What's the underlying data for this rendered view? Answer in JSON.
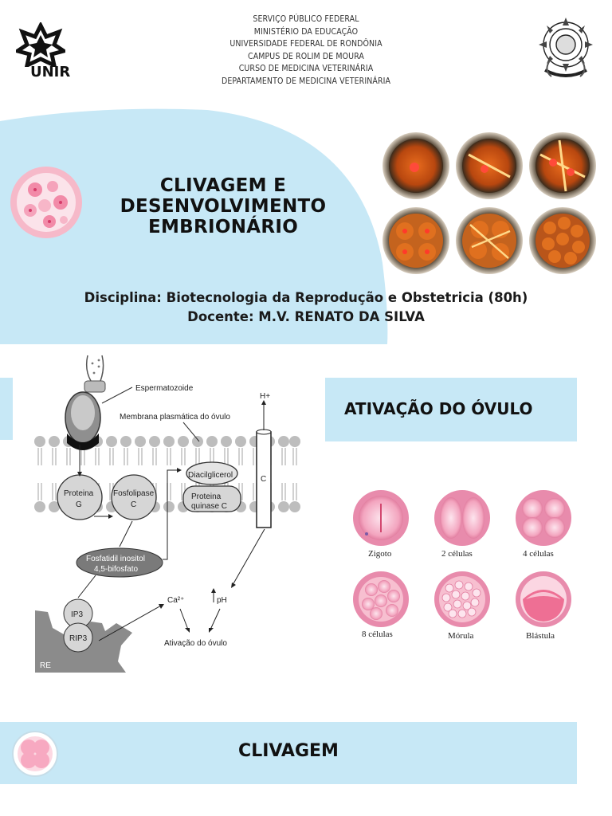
{
  "header": {
    "lines": [
      "SERVIÇO PÚBLICO FEDERAL",
      "MINISTÉRIO DA EDUCAÇÃO",
      "UNIVERSIDADE FEDERAL DE RONDÔNIA",
      "CAMPUS DE ROLIM DE MOURA",
      "CURSO DE MEDICINA VETERINÁRIA",
      "DEPARTAMENTO DE MEDICINA VETERINÁRIA"
    ],
    "logo_text": "UNIR"
  },
  "title": {
    "line1": "CLIVAGEM E",
    "line2": "DESENVOLVIMENTO",
    "line3": "EMBRIONÁRIO"
  },
  "course": {
    "discipline": "Disciplina: Biotecnologia da Reprodução e Obstetricia (80h)",
    "teacher": "Docente: M.V. RENATO DA SILVA"
  },
  "activation": {
    "title": "ATIVAÇÃO DO ÓVULO"
  },
  "diagram": {
    "espermatozoide": "Espermatozoide",
    "membrana": "Membrana plasmática do óvulo",
    "h_plus": "H+",
    "channel": "C",
    "proteina_g_1": "Proteina",
    "proteina_g_2": "G",
    "fosfolipase_1": "Fosfolipase",
    "fosfolipase_2": "C",
    "diacil": "Diacilglicerol",
    "quinase_1": "Proteina",
    "quinase_2": "quinase C",
    "fosfatidil_1": "Fosfatidil inositol",
    "fosfatidil_2": "4,5-bifosfato",
    "ip3": "IP3",
    "rip3": "RIP3",
    "re": "RE",
    "ca": "Ca²⁺",
    "ph": "pH",
    "ativacao": "Ativação do óvulo"
  },
  "stages": {
    "zigoto": "Zigoto",
    "c2": "2 células",
    "c4": "4 células",
    "c8": "8 células",
    "morula": "Mórula",
    "blastula": "Blástula"
  },
  "clivagem": {
    "title": "CLIVAGEM"
  },
  "colors": {
    "accent_blue": "#c7e8f6",
    "cell_pink": "#f2a7c0"
  }
}
